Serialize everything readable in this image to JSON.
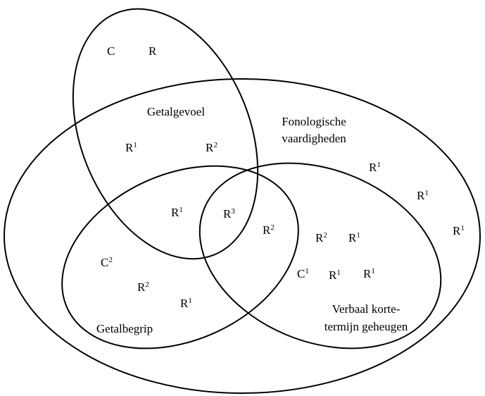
{
  "diagram": {
    "sets": [
      {
        "id": "fonologisch",
        "label_lines": [
          "Fonologische",
          "vaardigheden"
        ]
      },
      {
        "id": "getalgevoel",
        "label_lines": [
          "Getalgevoel"
        ]
      },
      {
        "id": "getalbegrip",
        "label_lines": [
          "Getalbegrip"
        ]
      },
      {
        "id": "verbaal",
        "label_lines": [
          "Verbaal korte-",
          "termijn geheugen"
        ]
      }
    ],
    "marks": [
      {
        "base": "C",
        "sup": ""
      },
      {
        "base": "R",
        "sup": ""
      },
      {
        "base": "R",
        "sup": "1"
      },
      {
        "base": "R",
        "sup": "2"
      },
      {
        "base": "R",
        "sup": "1"
      },
      {
        "base": "R",
        "sup": "1"
      },
      {
        "base": "R",
        "sup": "1"
      },
      {
        "base": "R",
        "sup": "1"
      },
      {
        "base": "R",
        "sup": "3"
      },
      {
        "base": "R",
        "sup": "2"
      },
      {
        "base": "R",
        "sup": "2"
      },
      {
        "base": "R",
        "sup": "1"
      },
      {
        "base": "C",
        "sup": "1"
      },
      {
        "base": "R",
        "sup": "1"
      },
      {
        "base": "R",
        "sup": "1"
      },
      {
        "base": "C",
        "sup": "2"
      },
      {
        "base": "R",
        "sup": "2"
      },
      {
        "base": "R",
        "sup": "1"
      }
    ]
  }
}
